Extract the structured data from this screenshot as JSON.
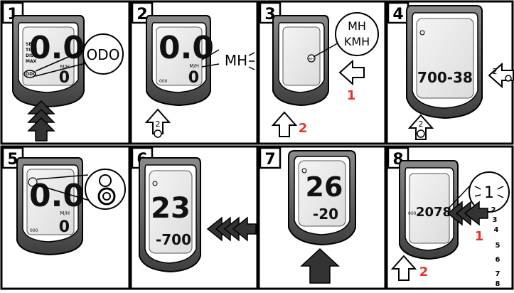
{
  "panels": [
    {
      "step": "1",
      "display": {
        "main": "0.0",
        "sub": "0",
        "unit": "M/H"
      },
      "side_labels": [
        "SEP",
        "TIME",
        "DIST",
        "MAX",
        "ODO"
      ],
      "callout": "ODO"
    },
    {
      "step": "2",
      "display": {
        "main": "0.0",
        "sub": "0",
        "unit": "M/H",
        "small": "000"
      },
      "callout": "MH",
      "button_count": "2"
    },
    {
      "step": "3",
      "display_dot": "MH",
      "callout_lines": [
        "MH",
        "KMH"
      ],
      "markers": [
        "1",
        "2"
      ]
    },
    {
      "step": "4",
      "display": {
        "main": "700-38"
      },
      "button_count": "2",
      "side_count": "2"
    },
    {
      "step": "5",
      "display": {
        "main": "0.0",
        "sub": "0",
        "unit": "M/H",
        "small": "000"
      }
    },
    {
      "step": "6",
      "display": {
        "main": "23",
        "sub": "-700"
      }
    },
    {
      "step": "7",
      "display": {
        "main": "26",
        "sub": "-20"
      }
    },
    {
      "step": "8",
      "display": {
        "main": "2078",
        "small": "000"
      },
      "callout": "1",
      "list": [
        "2",
        "3",
        "4",
        "5",
        "6",
        "7",
        "8"
      ],
      "markers": [
        "1",
        "2"
      ]
    }
  ],
  "colors": {
    "accent": "#e8322a",
    "frame": "#000000",
    "bezel": "#5a5a5a",
    "lcd": "#eeeeee"
  }
}
